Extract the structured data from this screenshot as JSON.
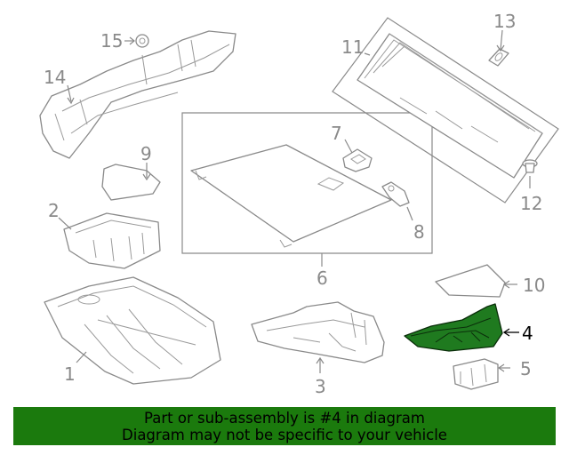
{
  "callouts": {
    "c1": "1",
    "c2": "2",
    "c3": "3",
    "c4": "4",
    "c5": "5",
    "c6": "6",
    "c7": "7",
    "c8": "8",
    "c9": "9",
    "c10": "10",
    "c11": "11",
    "c12": "12",
    "c13": "13",
    "c14": "14",
    "c15": "15"
  },
  "highlighted_part": "4",
  "banner": {
    "line1": "Part or sub-assembly is #4 in diagram",
    "line2": "Diagram may not be specific to your vehicle"
  },
  "colors": {
    "highlight": "#1f7a1f",
    "banner_bg": "#1b7a0d",
    "line": "#8a8a8a"
  }
}
